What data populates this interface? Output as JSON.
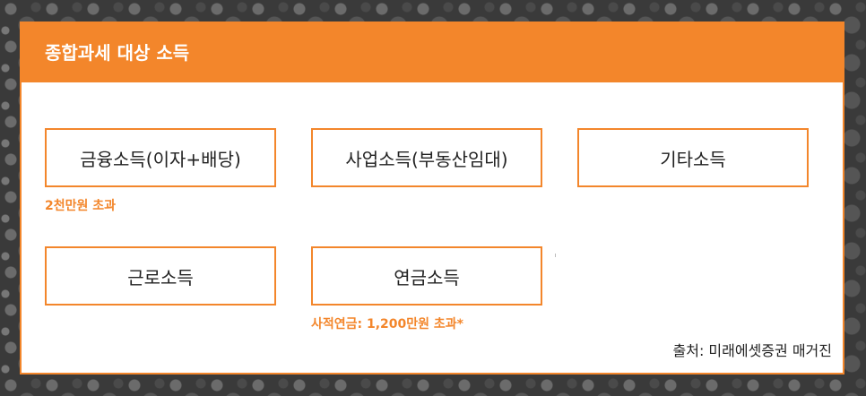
{
  "header": {
    "title": "종합과세 대상 소득"
  },
  "boxes": [
    {
      "label": "금융소득(이자+배당)",
      "note": "2천만원 초과"
    },
    {
      "label": "사업소득(부동산임대)"
    },
    {
      "label": "기타소득"
    },
    {
      "label": "근로소득"
    },
    {
      "label": "연금소득",
      "note": "사적연금: 1,200만원 초과*"
    }
  ],
  "source": "출처: 미래에셋증권 매거진",
  "colors": {
    "accent": "#f3862b",
    "background": "#ffffff"
  }
}
